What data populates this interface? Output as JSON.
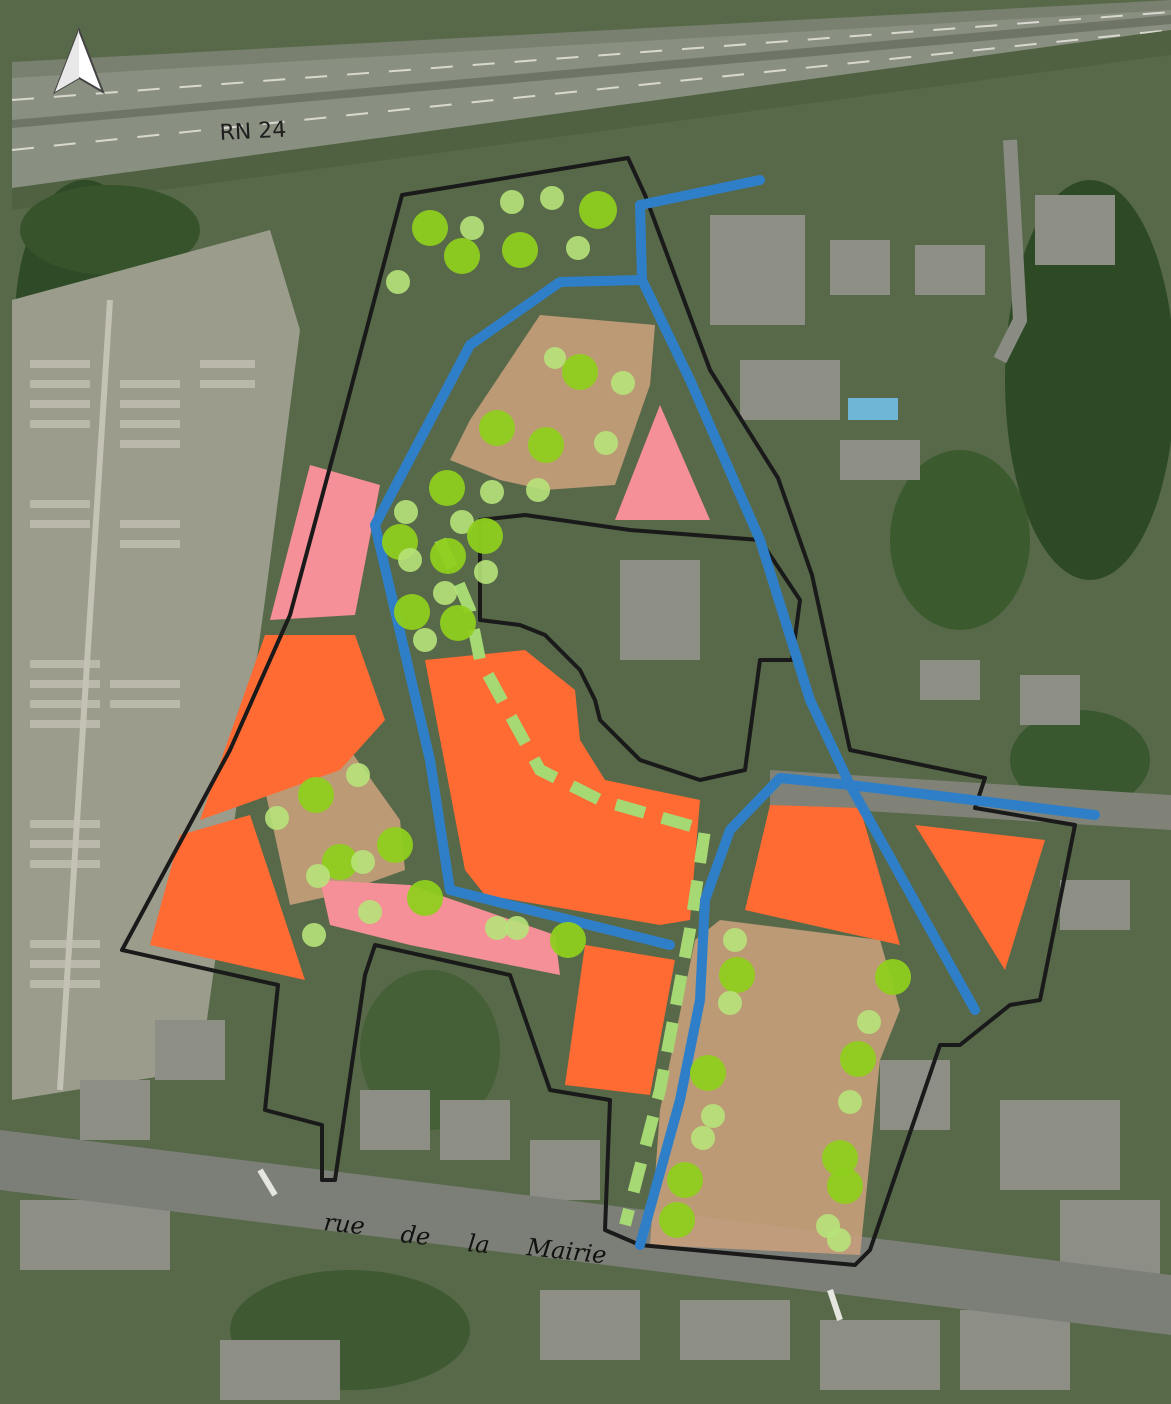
{
  "map": {
    "labels": {
      "north_road": "RN 24",
      "street_word_1": "rue",
      "street_word_2": "de",
      "street_word_3": "la",
      "street_word_4": "Mairie"
    },
    "legend_colors": {
      "perimeter": "#1a1a1a",
      "main_path": "#2f7fc8",
      "green_path": "#a6d873",
      "trees_dark": "#8fcf1e",
      "trees_light": "#b7e37a",
      "built_zone_orange": "#ff6b33",
      "built_zone_pink": "#f58f98",
      "open_space_brown": "#c9a07c"
    },
    "icons": {
      "north_arrow": "north-arrow-icon"
    }
  }
}
